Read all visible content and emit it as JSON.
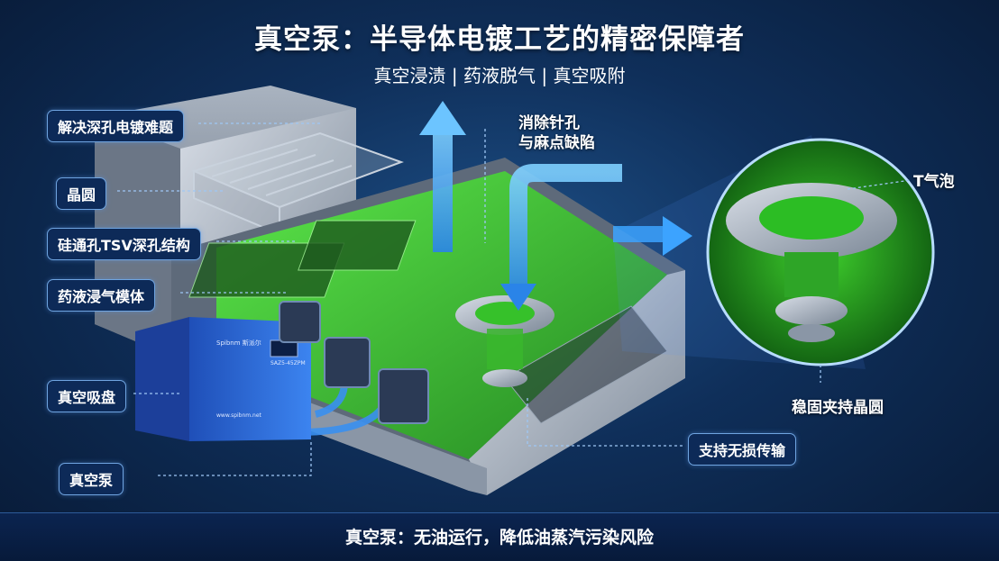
{
  "title": "真空泵：半导体电镀工艺的精密保障者",
  "subtitle": "真空浸渍 | 药液脱气 | 真空吸附",
  "labels": {
    "l1": "解决深孔电镀难题",
    "l2": "晶圆",
    "l3": "硅通孔TSV深孔结构",
    "l4": "药液浸气模体",
    "l5": "真空吸盘",
    "l6": "真空泵",
    "r1_line1": "消除针孔",
    "r1_line2": "与麻点缺陷",
    "r2": "T气泡",
    "r3": "稳固夹持晶圆",
    "r4": "支持无损传输"
  },
  "pump": {
    "brand": "Spibnm 斯派尔",
    "model": "SAZ5-45ZPM",
    "url": "www.spibnm.net"
  },
  "footer": "真空泵：无油运行，降低油蒸汽污染风险",
  "colors": {
    "background": "#0f2f5a",
    "label_border": "#6fa4e0",
    "liquid_green": "#3ecf2f",
    "arrow_blue": "#3aa6ff",
    "pump_blue": "#2e6fe0"
  }
}
